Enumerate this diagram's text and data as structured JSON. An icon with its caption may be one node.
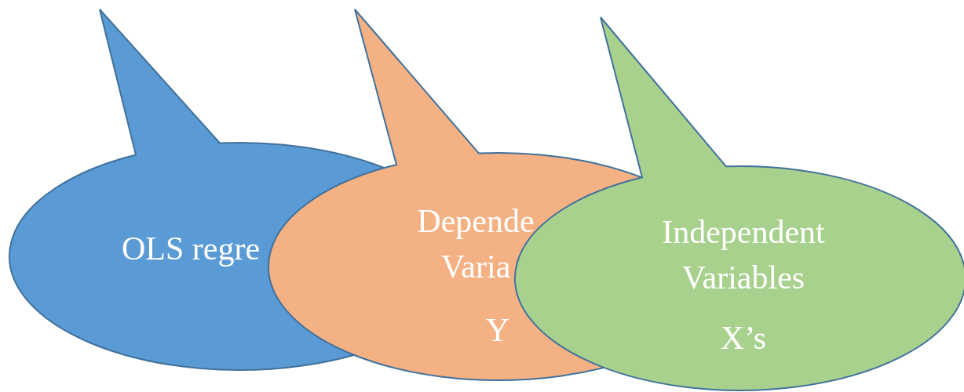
{
  "diagram": {
    "nodes": [
      {
        "text": [
          "OLS regre"
        ]
      },
      {
        "text": [
          "Depende Varia",
          "Y"
        ]
      },
      {
        "text": [
          "Independent Variables",
          "X’s"
        ]
      }
    ]
  }
}
